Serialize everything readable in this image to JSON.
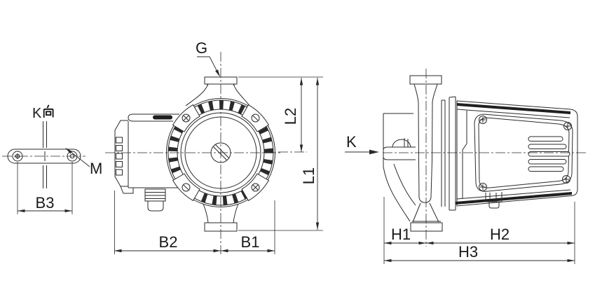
{
  "k_direction_view": {
    "label": "K向",
    "label_k": "K",
    "hole_label": "M",
    "dim_b3": "B3"
  },
  "front_view": {
    "connection_label": "G",
    "dim_l2": "L2",
    "dim_l1": "L1",
    "dim_b2": "B2",
    "dim_b1": "B1"
  },
  "side_view": {
    "view_arrow_label": "K",
    "dim_h1": "H1",
    "dim_h2": "H2",
    "dim_h3": "H3"
  },
  "colors": {
    "line": "#2a2a2a",
    "text": "#1a1a1a",
    "background": "#ffffff"
  }
}
